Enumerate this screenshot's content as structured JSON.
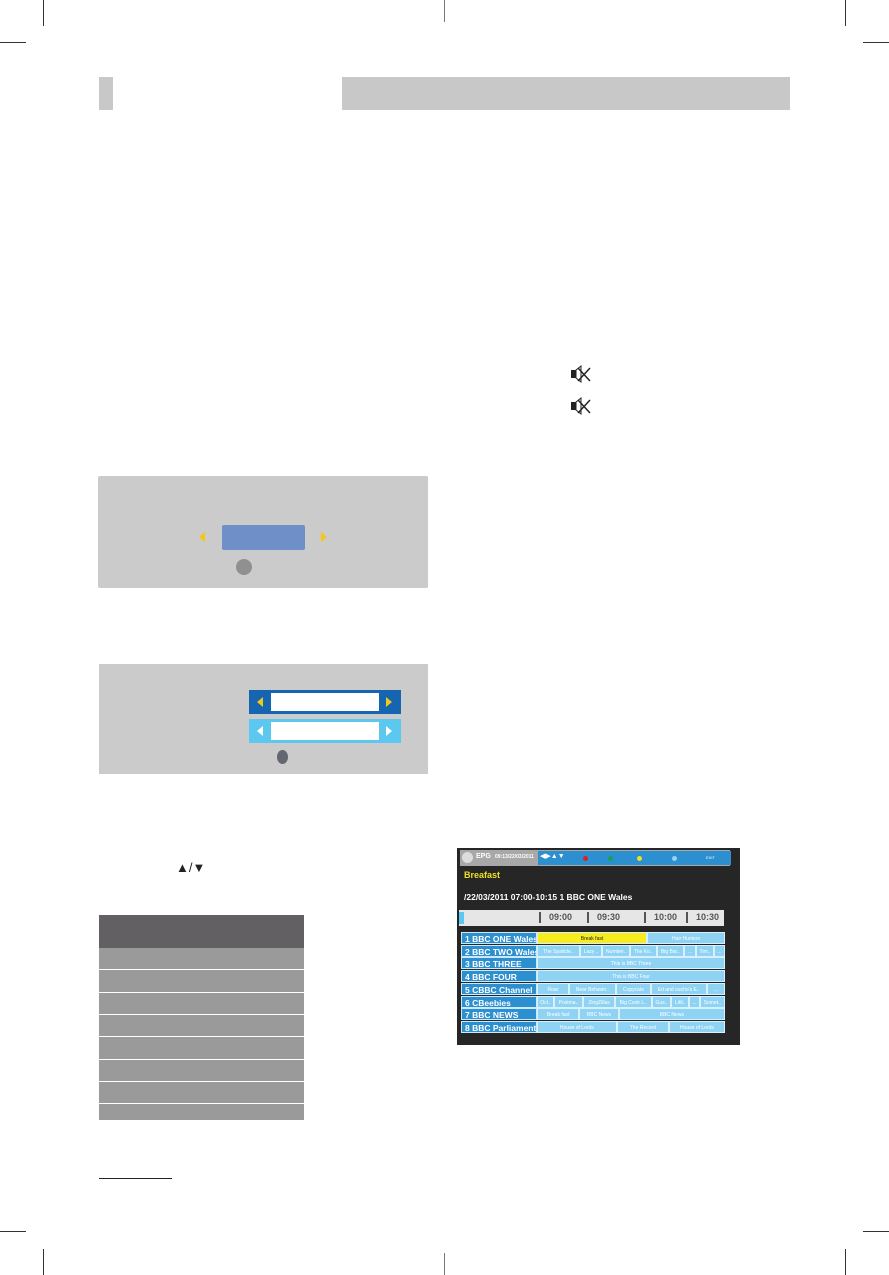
{
  "colors": {
    "header_bar": "#c8c8c8",
    "dialog_bg": "#cbcbcb",
    "highlight_blue": "#6f8fc8",
    "arrow_yellow": "#f5c518",
    "field_dark_blue": "#1565b0",
    "field_light_blue": "#5cc8f0",
    "epg_accent": "#2b8fd0",
    "epg_selected": "#f8ec1e"
  },
  "mute_icons": [
    "speaker-mute-icon",
    "speaker-mute-icon"
  ],
  "nav_arrows": {
    "up": "▲",
    "sep": "/",
    "down": "▼"
  },
  "epg": {
    "header_label": "EPG",
    "header_time": "09:13/22/03/2011",
    "nav_symbols": "◀▶▲▼",
    "color_buttons": [
      "#e02020",
      "#1aa050",
      "#f0e020",
      "#9ad0f0"
    ],
    "exit_label": "EXIT",
    "programme_title": "Breafast",
    "programme_info": "/22/03/2011 07:00-10:15 1  BBC ONE Wales",
    "timeline": [
      "09:00",
      "09:30",
      "10:00",
      "10:30"
    ],
    "channels": [
      {
        "name": "1 BBC ONE Wales",
        "programmes": [
          "Break fast",
          "Hair Hunters"
        ]
      },
      {
        "name": "2 BBC TWO Wales",
        "programmes": [
          "The Spaticle..",
          "Lazy ..",
          "Number..",
          "The Ko..",
          "Big Bar..",
          "...",
          "Tim..",
          "..."
        ]
      },
      {
        "name": "3 BBC THREE",
        "programmes": [
          "This is BBC Three"
        ]
      },
      {
        "name": "4 BBC FOUR",
        "programmes": [
          "This is BBC Four"
        ]
      },
      {
        "name": "5 CBBC Channel",
        "programmes": [
          "Roar",
          "Bear Behavin..",
          "Copycats",
          "Ed and oucho's E..",
          "..."
        ]
      },
      {
        "name": "6 CBeebies",
        "programmes": [
          "Oct..",
          "Postma..",
          "ZingZillas",
          "Big Cook L..",
          "Gus..",
          "Littl..",
          "...",
          "Somet.."
        ]
      },
      {
        "name": "7 BBC NEWS",
        "programmes": [
          "Break fast",
          "BBC News",
          "BBC News"
        ]
      },
      {
        "name": "8 BBC Parliament",
        "programmes": [
          "House of Lords",
          "The Record",
          "House of Lords"
        ]
      }
    ]
  }
}
